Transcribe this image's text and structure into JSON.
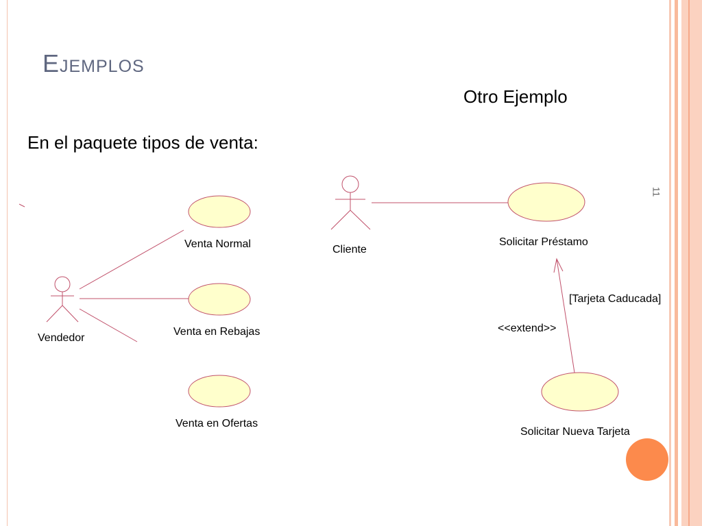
{
  "slide": {
    "title": "Ejemplos",
    "heading_right": "Otro Ejemplo",
    "heading_left": "En el paquete tipos de venta:",
    "page_number": "11"
  },
  "diagram_left": {
    "actor": "Vendedor",
    "use_cases": [
      "Venta Normal",
      "Venta en Rebajas",
      "Venta en Ofertas"
    ]
  },
  "diagram_right": {
    "actor": "Cliente",
    "use_cases": [
      "Solicitar Préstamo",
      "Solicitar Nueva Tarjeta"
    ],
    "relation_stereotype": "<<extend>>",
    "relation_condition": "[Tarjeta Caducada]"
  },
  "colors": {
    "usecase_fill": "#ffffcc",
    "line": "#c0506a",
    "title": "#5f6780",
    "accent_dot": "#fc8a4c"
  }
}
